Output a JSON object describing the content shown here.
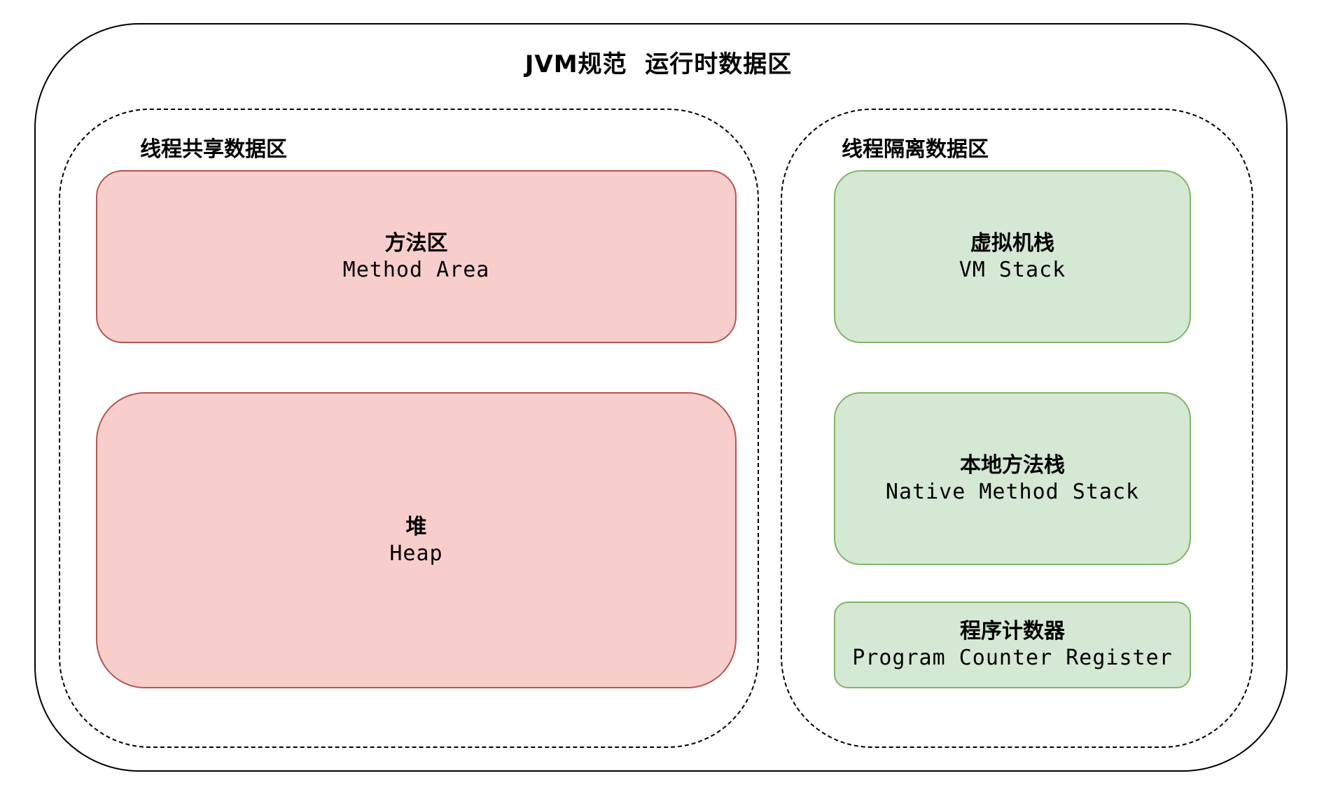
{
  "diagram": {
    "title": "JVM规范  运行时数据区",
    "groups": {
      "shared": {
        "label": "线程共享数据区",
        "boxes": {
          "method_area": {
            "zh": "方法区",
            "en": "Method Area",
            "color": "#f8cecc",
            "border": "#b85450"
          },
          "heap": {
            "zh": "堆",
            "en": "Heap",
            "color": "#f8cecc",
            "border": "#b85450"
          }
        }
      },
      "isolated": {
        "label": "线程隔离数据区",
        "boxes": {
          "vm_stack": {
            "zh": "虚拟机栈",
            "en": "VM Stack",
            "color": "#d5e8d4",
            "border": "#82b366"
          },
          "native_stack": {
            "zh": "本地方法栈",
            "en": "Native Method Stack",
            "color": "#d5e8d4",
            "border": "#82b366"
          },
          "pc_register": {
            "zh": "程序计数器",
            "en": "Program Counter Register",
            "color": "#d5e8d4",
            "border": "#82b366"
          }
        }
      }
    }
  }
}
